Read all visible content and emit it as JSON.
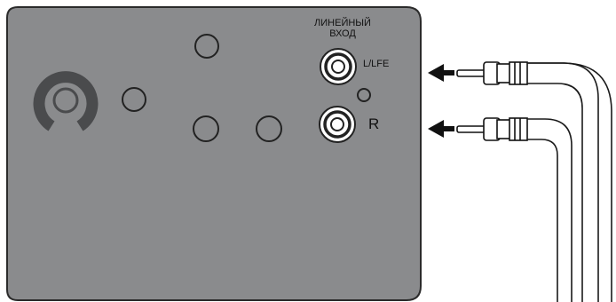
{
  "panel": {
    "title_line1": "ЛИНЕЙНЫЙ",
    "title_line2": "ВХОД",
    "jacks": [
      {
        "label": "L/LFE"
      },
      {
        "label": "R"
      }
    ]
  },
  "colors": {
    "panel_fill": "#8a8b8d",
    "panel_stroke": "#2b2b2b",
    "cable_stroke": "#1a1a1a",
    "jack_fill": "#ffffff",
    "logo": "#4a4b4d"
  },
  "icons": {
    "power_logo": "ring-logo-icon",
    "arrow": "arrow-left-icon",
    "plug": "rca-plug-icon"
  }
}
